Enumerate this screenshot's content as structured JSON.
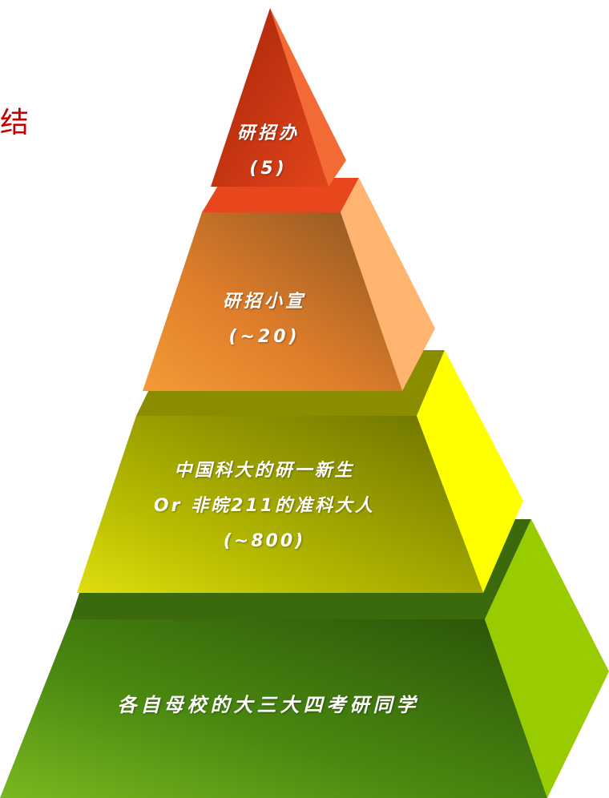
{
  "side_text": "结",
  "tiers": [
    {
      "lines": [
        "研招办",
        "(5)"
      ]
    },
    {
      "lines": [
        "研招小宣",
        "(~20)"
      ]
    },
    {
      "lines": [
        "中国科大的研一新生",
        "Or 非皖211的准科大人",
        "(~800)"
      ]
    },
    {
      "lines": [
        "各自母校的大三大四考研同学"
      ]
    }
  ],
  "colors": {
    "tier1_front": "#d73a12",
    "tier1_side": "#f46a34",
    "tier2_front": "#d8761e",
    "tier2_side": "#ffb470",
    "tier3_front": "#9aa800",
    "tier3_side": "#ffff00",
    "tier4_front": "#3d7a0a",
    "tier4_side": "#99cc00",
    "side_text": "#c00000"
  }
}
